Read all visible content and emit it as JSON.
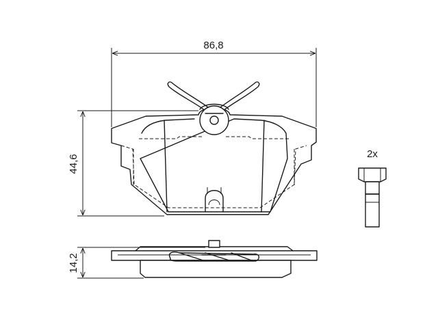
{
  "drawing": {
    "dimensions": {
      "width": "86,8",
      "height": "44,6",
      "thickness": "14,2"
    },
    "accessory_quantity": "2x"
  },
  "colors": {
    "line": "#1a1a1a",
    "background": "#ffffff"
  }
}
